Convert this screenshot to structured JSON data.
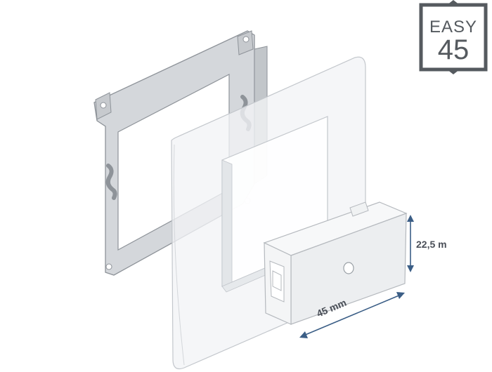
{
  "badge": {
    "top": "EASY",
    "bottom": "45"
  },
  "dimensions": {
    "height": "22,5 m",
    "width": "45 mm"
  },
  "colors": {
    "metal": "#d4d7db",
    "metal_edge": "#8e9399",
    "frame": "#f2f4f6",
    "frame_edge": "#c3c7cc",
    "module": "#f7f8f9",
    "module_edge": "#b5b9be",
    "arrow": "#3b5e86",
    "badge": "#555a5f"
  }
}
